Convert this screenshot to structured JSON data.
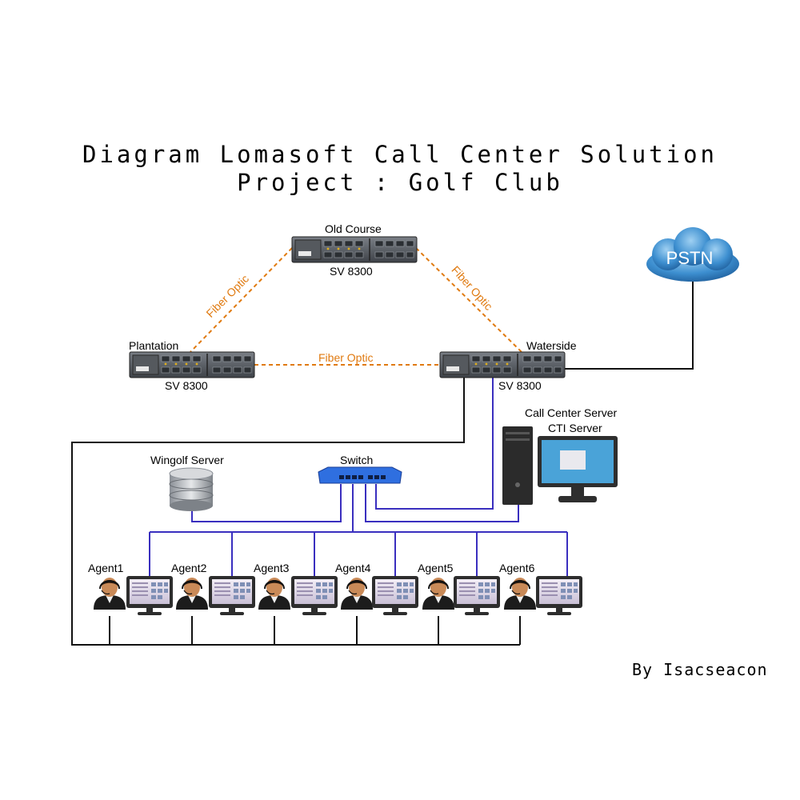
{
  "title": {
    "line1": "Diagram Lomasoft Call Center Solution",
    "line2": "Project : Golf Club"
  },
  "sites": {
    "old_course": {
      "name": "Old Course",
      "model": "SV 8300"
    },
    "plantation": {
      "name": "Plantation",
      "model": "SV 8300"
    },
    "waterside": {
      "name": "Waterside",
      "model": "SV 8300"
    }
  },
  "links": {
    "left": "Fiber Optic",
    "right": "Fiber Optic",
    "bottom": "Fiber Optic"
  },
  "pstn": "PSTN",
  "servers": {
    "call_center": "Call Center Server",
    "cti": "CTI Server",
    "wingolf": "Wingolf Server",
    "switch": "Switch"
  },
  "agents": [
    "Agent1",
    "Agent2",
    "Agent3",
    "Agent4",
    "Agent5",
    "Agent6"
  ],
  "credit": "By Isacseacon",
  "colors": {
    "fiber": "#e07a10",
    "lan": "#3a2fbf",
    "phone": "#111111"
  }
}
